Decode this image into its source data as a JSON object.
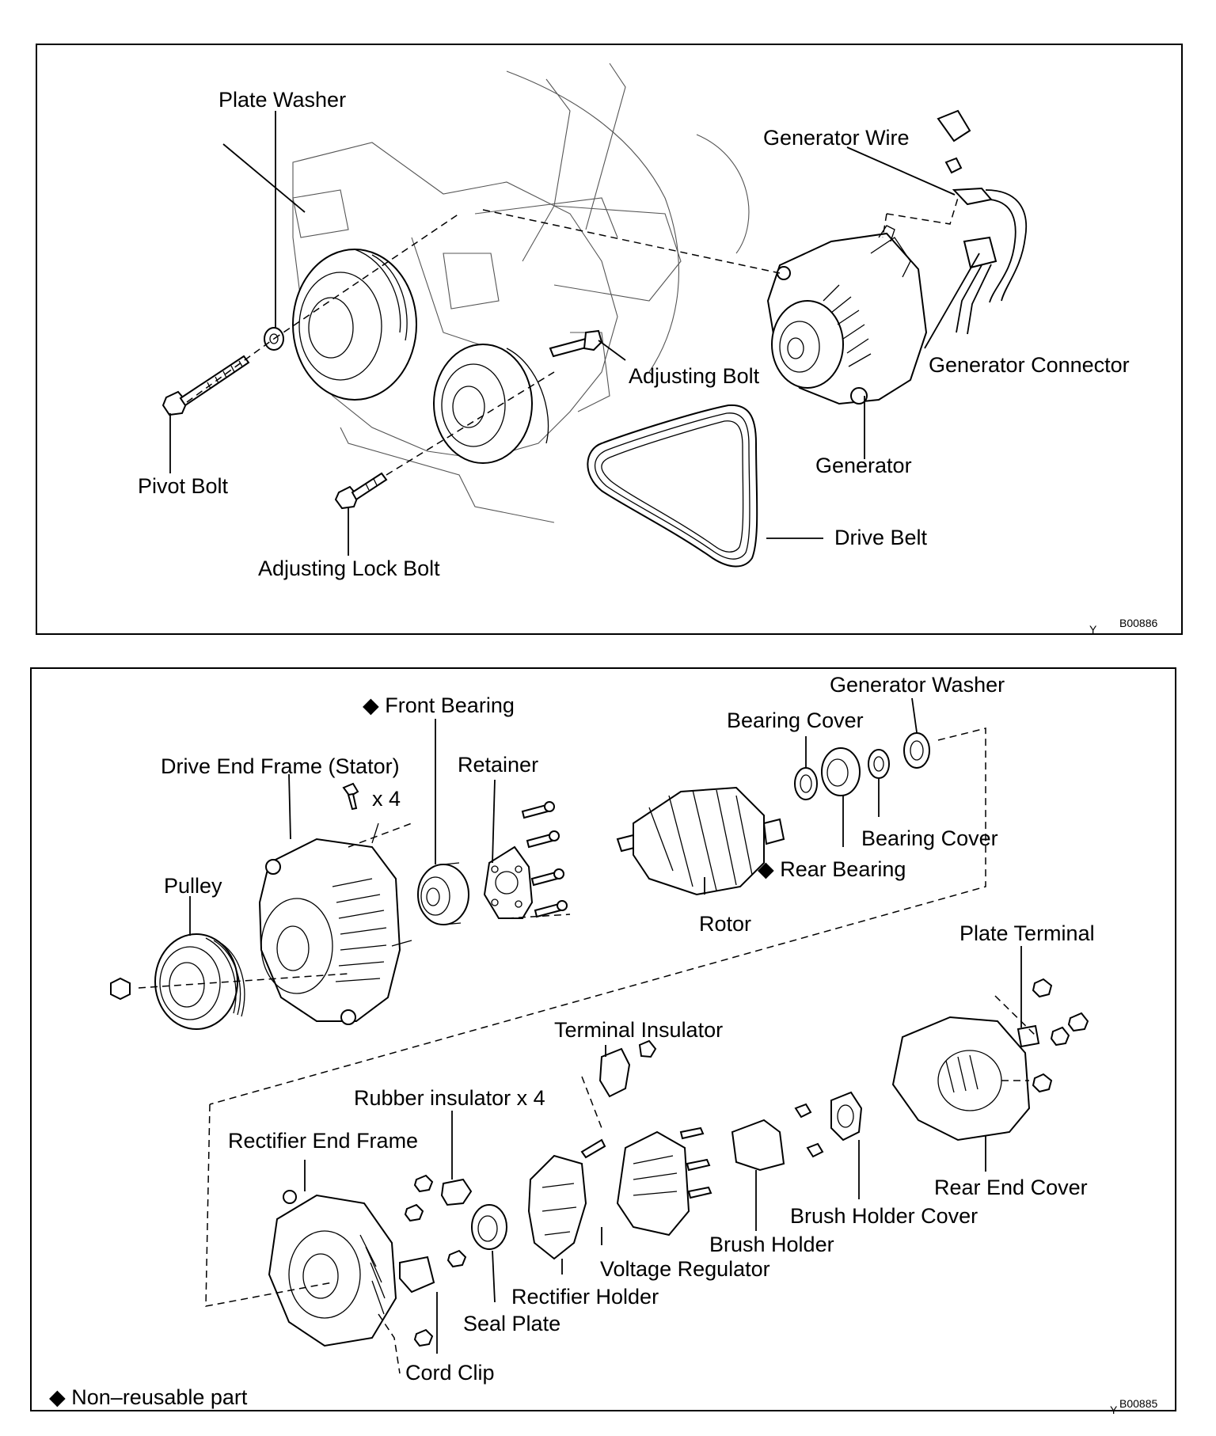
{
  "top_panel": {
    "labels": {
      "plate_washer": "Plate Washer",
      "generator_wire": "Generator Wire",
      "adjusting_bolt": "Adjusting Bolt",
      "generator_connector": "Generator Connector",
      "generator": "Generator",
      "pivot_bolt": "Pivot Bolt",
      "drive_belt": "Drive Belt",
      "adjusting_lock_bolt": "Adjusting Lock Bolt"
    },
    "figure_code_prefix": "Y",
    "figure_code": "B00886"
  },
  "bottom_panel": {
    "labels": {
      "front_bearing": "◆ Front Bearing",
      "generator_washer": "Generator Washer",
      "bearing_cover_top": "Bearing Cover",
      "drive_end_frame": "Drive End Frame (Stator)",
      "retainer": "Retainer",
      "screw_qty": "x 4",
      "bearing_cover_bottom": "Bearing Cover",
      "rear_bearing": "◆ Rear Bearing",
      "pulley": "Pulley",
      "rotor": "Rotor",
      "plate_terminal": "Plate Terminal",
      "terminal_insulator": "Terminal Insulator",
      "rubber_insulator": "Rubber insulator x 4",
      "rectifier_end_frame": "Rectifier End Frame",
      "rear_end_cover": "Rear End Cover",
      "brush_holder_cover": "Brush Holder Cover",
      "brush_holder": "Brush Holder",
      "voltage_regulator": "Voltage Regulator",
      "rectifier_holder": "Rectifier Holder",
      "seal_plate": "Seal Plate",
      "cord_clip": "Cord Clip",
      "legend": "◆ Non–reusable part"
    },
    "figure_code_prefix": "Y",
    "figure_code": "B00885"
  }
}
